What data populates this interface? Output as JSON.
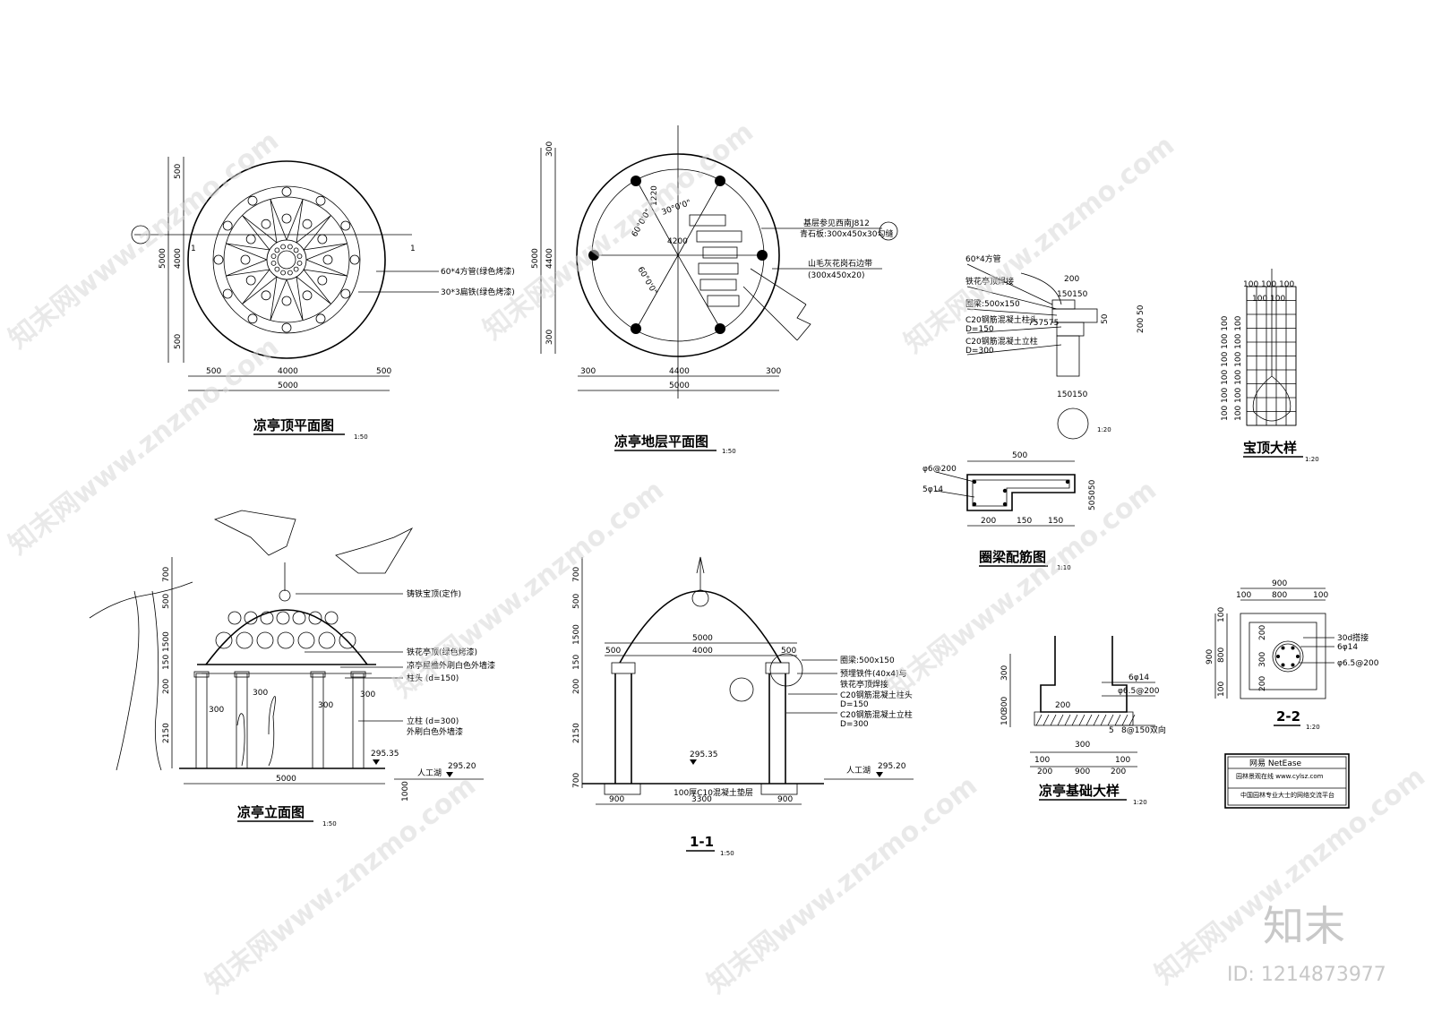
{
  "views": {
    "roof_plan": {
      "title": "凉亭顶平面图",
      "scale": "1:50",
      "dim_total": "5000",
      "dim_inner": "4000",
      "dim_edge": "500",
      "section_mark": "1",
      "label_pipe": "60*4方管(绿色烤漆)",
      "label_flat": "30*3扁铁(绿色烤漆)"
    },
    "floor_plan": {
      "title": "凉亭地层平面图",
      "scale": "1:50",
      "dim_total": "5000",
      "dim_inner": "4400",
      "dim_edge": "300",
      "dim_radius": "4200",
      "dim_small": "1220",
      "angle_a": "30°0'0\"",
      "angle_b": "60°0'0\"",
      "angle_c": "60°0'0\"",
      "label_base": "基层参见西南J812",
      "label_slab": "青石板:300x450x30勾缝",
      "label_border": "山毛灰花岗石边带",
      "label_border_size": "(300x450x20)"
    },
    "column_detail": {
      "scale": "1:20",
      "label_pipe": "60*4方管",
      "label_weld": "铁花亭顶焊接",
      "label_beam": "圈梁:500x150",
      "label_head": "C20钢筋混凝土柱头",
      "label_head_d": "D=150",
      "label_col": "C20钢筋混凝土立柱",
      "label_col_d": "D=300",
      "dim_200": "200",
      "dim_150150": "150150",
      "dim_757575": "757575",
      "dim_50": "50",
      "dim_200_50": "200 50",
      "dim_bottom": "150150"
    },
    "finial_detail": {
      "title": "宝顶大样",
      "scale": "1:20",
      "dim_top": "100 100 100",
      "dim_top2": "100 100",
      "dim_side": "100 100 100 100 100 100"
    },
    "ring_beam": {
      "title": "圈梁配筋图",
      "scale": "1:10",
      "dim_total": "500",
      "dims_bottom": [
        "200",
        "150",
        "150"
      ],
      "dim_right": "505050",
      "label_stirrup": "φ6@200",
      "label_bar": "5φ14"
    },
    "elevation": {
      "title": "凉亭立面图",
      "scale": "1:50",
      "label_finial": "铸铁宝顶(定作)",
      "label_roof": "铁花亭顶(绿色烤漆)",
      "label_eave": "凉亭屋檐外刷白色外墙漆",
      "label_head": "柱头 (d=150)",
      "label_col": "立柱 (d=300)",
      "label_col2": "外刷白色外墙漆",
      "dims_left": [
        "700",
        "500",
        "1500",
        "150",
        "200",
        "2150"
      ],
      "dim_300": "300",
      "dim_total": "5000",
      "level_1": "295.35",
      "level_2": "295.20",
      "lake": "人工湖",
      "dim_1000": "1000"
    },
    "section": {
      "title": "1-1",
      "scale": "1:50",
      "dims_left": [
        "700",
        "500",
        "1500",
        "150",
        "200",
        "2150",
        "700"
      ],
      "dim_5000": "5000",
      "dim_4000": "4000",
      "dim_500": "500",
      "dims_bottom": [
        "900",
        "3300",
        "900"
      ],
      "level_1": "295.35",
      "level_2": "295.20",
      "lake": "人工湖",
      "label_beam": "圈梁:500x150",
      "label_iron": "预埋铁件(40x4)与",
      "label_iron2": "铁花亭顶焊接",
      "label_head": "C20钢筋混凝土柱头",
      "label_head_d": "D=150",
      "label_col": "C20钢筋混凝土立柱",
      "label_col_d": "D=300",
      "label_pad": "100厚C10混凝土垫层"
    },
    "footing": {
      "title": "凉亭基础大样",
      "scale": "1:20",
      "label_bar": "6φ14",
      "label_stirrup": "φ6.5@200",
      "label_mesh": "8@150双向",
      "label_5": "5",
      "dims_left": [
        "300",
        "300",
        "100"
      ],
      "dim_300": "300",
      "dim_200": "200",
      "dims_bottom": [
        "100",
        "200",
        "900",
        "200",
        "100"
      ]
    },
    "section22": {
      "title": "2-2",
      "scale": "1:20",
      "dim_900": "900",
      "dim_800": "800",
      "dim_100": "100",
      "dims_left": [
        "100",
        "800",
        "900"
      ],
      "dims_inner": [
        "200",
        "300",
        "200"
      ],
      "label_lap": "30d搭接",
      "label_bar": "6φ14",
      "label_stirrup": "φ6.5@200"
    },
    "titleblock": {
      "brand": "网易 NetEase",
      "site": "园林景观在线 www.cylsz.com",
      "line": "中国园林专业大士的网络交流平台"
    }
  },
  "watermark": {
    "text": "知末网www.znzmo.com",
    "logo": "知末",
    "id": "ID: 1214873977"
  }
}
